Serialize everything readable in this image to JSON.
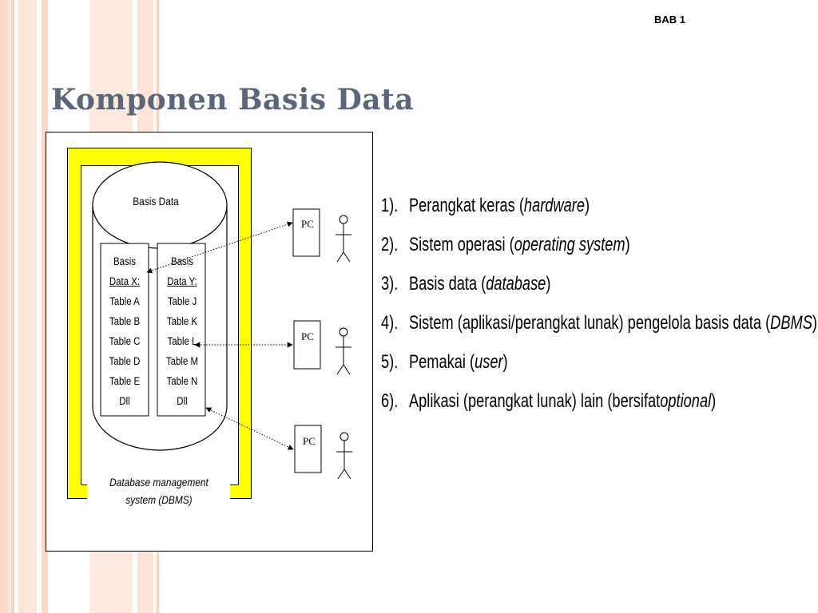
{
  "header": {
    "label": "BAB 1"
  },
  "title": "Komponen Basis Data",
  "diagram": {
    "database": {
      "title": "Basis Data",
      "table_x": [
        "Basis",
        "Data X:",
        "Table A",
        "Table B",
        "Table C",
        "Table D",
        "Table E",
        "Dll"
      ],
      "table_y": [
        "Basis",
        "Data Y:",
        "Table J",
        "Table K",
        "Table L",
        "Table M",
        "Table N",
        "Dll"
      ]
    },
    "dbms_caption_line1": "Database management",
    "dbms_caption_line2": "system (DBMS)",
    "pc_labels": [
      "PC",
      "PC",
      "PC"
    ]
  },
  "list": [
    {
      "num": "1).",
      "text": "Perangkat keras (",
      "italic": "hardware",
      "tail": ")"
    },
    {
      "num": "2).",
      "text": "Sistem operasi (",
      "italic": "operating system",
      "tail": ")"
    },
    {
      "num": "3).",
      "text": "Basis data (",
      "italic": "database",
      "tail": ")"
    },
    {
      "num": "4).",
      "text": "Sistem (aplikasi/perangkat lunak) pengelola basis data (",
      "italic": "DBMS",
      "tail": ")"
    },
    {
      "num": "5).",
      "text": "Pemakai (",
      "italic": "user",
      "tail": ")"
    },
    {
      "num": "6).",
      "text": "Aplikasi (perangkat lunak) lain (bersifat ",
      "italic": "optional",
      "tail": ")"
    }
  ],
  "colors": {
    "title": "#5a6679",
    "accent_orange": "#f47d3a",
    "dbms_yellow": "#ffff00",
    "stripe_peach": "#fcd9c8"
  }
}
